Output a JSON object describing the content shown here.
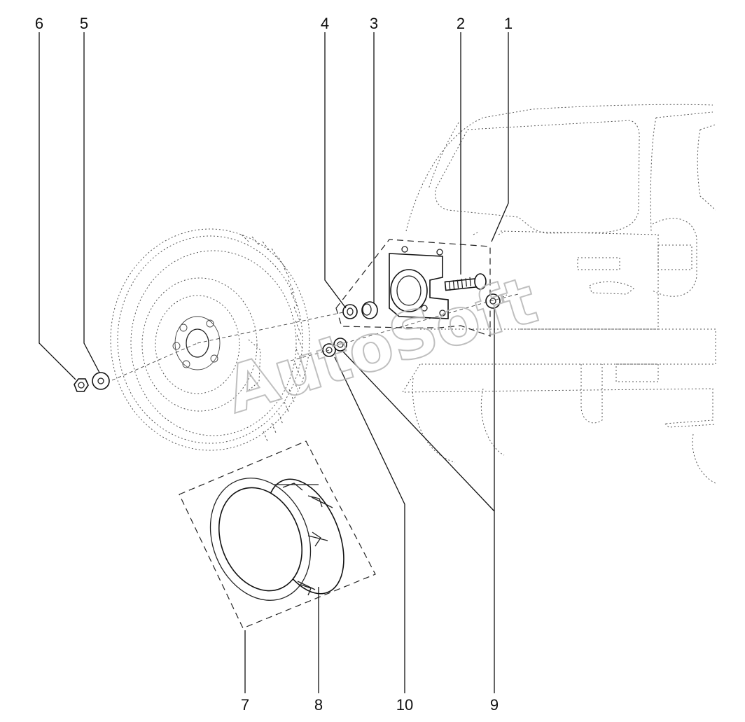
{
  "watermark": "AutoSoft",
  "callouts": {
    "c1": "1",
    "c2": "2",
    "c3": "3",
    "c4": "4",
    "c5": "5",
    "c6": "6",
    "c7": "7",
    "c8": "8",
    "c9": "9",
    "c10": "10"
  },
  "colors": {
    "ink": "#111111",
    "watermark": "#b5b5b5",
    "background": "#ffffff"
  }
}
